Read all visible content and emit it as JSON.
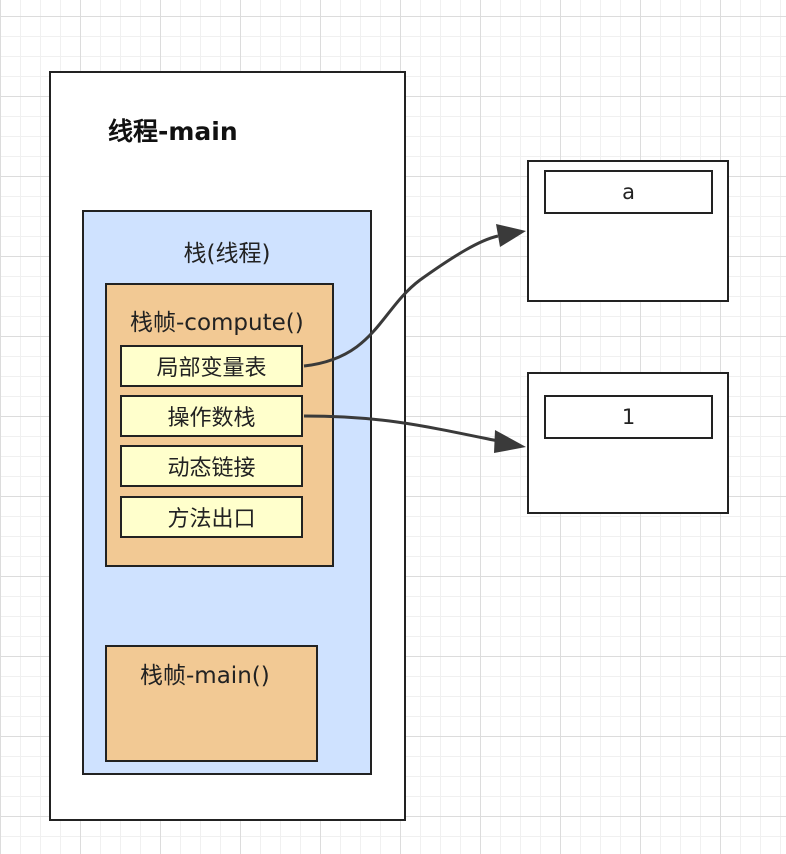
{
  "thread": {
    "title": "线程-main"
  },
  "stack": {
    "title": "栈(线程)"
  },
  "frame_compute": {
    "title": "栈帧-compute()",
    "slots": [
      "局部变量表",
      "操作数栈",
      "动态链接",
      "方法出口"
    ]
  },
  "frame_main": {
    "title": "栈帧-main()"
  },
  "heap_objects": [
    {
      "value": "a"
    },
    {
      "value": "1"
    }
  ],
  "colors": {
    "stack_fill": "#cfe2ff",
    "frame_fill": "#f2c994",
    "slot_fill": "#ffffcc",
    "line": "#222222",
    "arrow": "#3a3a3a"
  }
}
